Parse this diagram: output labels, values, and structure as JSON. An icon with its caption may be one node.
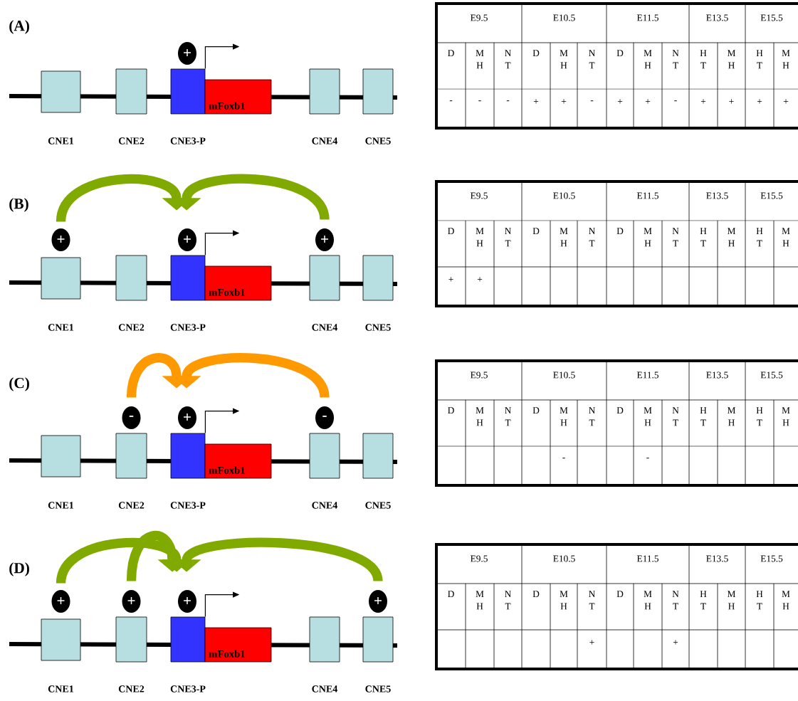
{
  "diagram": {
    "nodes": [
      {
        "text": [
          "CNE1"
        ]
      },
      {
        "text": [
          "CNE2"
        ]
      },
      {
        "text": [
          "CNE3-P"
        ],
        "beside": [
          "+"
        ]
      },
      {
        "text": [
          "mFoxb1"
        ]
      },
      {
        "text": [
          "CNE4"
        ]
      },
      {
        "text": [
          "CNE5"
        ]
      },
      {
        "text": [
          "CNE1"
        ],
        "beside": [
          "+"
        ]
      },
      {
        "text": [
          "CNE2"
        ]
      },
      {
        "text": [
          "CNE3-P"
        ],
        "beside": [
          "+"
        ]
      },
      {
        "text": [
          "mFoxb1"
        ]
      },
      {
        "text": [
          "CNE4"
        ],
        "beside": [
          "+"
        ]
      },
      {
        "text": [
          "CNE5"
        ]
      },
      {
        "text": [
          "CNE1"
        ]
      },
      {
        "text": [
          "CNE2"
        ],
        "beside": [
          "-"
        ]
      },
      {
        "text": [
          "CNE3-P"
        ],
        "beside": [
          "+"
        ]
      },
      {
        "text": [
          "mFoxb1"
        ]
      },
      {
        "text": [
          "CNE4"
        ],
        "beside": [
          "-"
        ]
      },
      {
        "text": [
          "CNE5"
        ]
      },
      {
        "text": [
          "CNE1"
        ],
        "beside": [
          "+"
        ]
      },
      {
        "text": [
          "CNE2"
        ],
        "beside": [
          "+"
        ]
      },
      {
        "text": [
          "CNE3-P"
        ],
        "beside": [
          "+"
        ]
      },
      {
        "text": [
          "mFoxb1"
        ]
      },
      {
        "text": [
          "CNE4"
        ]
      },
      {
        "text": [
          "CNE5"
        ],
        "beside": [
          "+"
        ]
      }
    ],
    "edges": [
      {
        "from": 6,
        "to": 8,
        "arrow": "to"
      },
      {
        "from": 10,
        "to": 8,
        "arrow": "to"
      },
      {
        "from": 13,
        "to": 14,
        "arrow": "to",
        "color": "#ff9900"
      },
      {
        "from": 16,
        "to": 14,
        "arrow": "to",
        "color": "#ff9900"
      },
      {
        "from": 18,
        "to": 20,
        "arrow": "to"
      },
      {
        "from": 19,
        "to": 20,
        "arrow": "to"
      },
      {
        "from": 23,
        "to": 20,
        "arrow": "to"
      },
      {
        "from": 2,
        "to": null,
        "arrow": "to",
        "color": "#000000"
      },
      {
        "from": 8,
        "to": null,
        "arrow": "to",
        "color": "#000000"
      },
      {
        "from": 14,
        "to": null,
        "arrow": "to",
        "color": "#000000"
      },
      {
        "from": 20,
        "to": null,
        "arrow": "to",
        "color": "#000000"
      }
    ],
    "labels": [
      "(A)",
      "E9.5",
      "E10.5",
      "E11.5",
      "E13.5",
      "E15.5",
      "D",
      "M H",
      "N T",
      "D",
      "M H",
      "N T",
      "D",
      "M H",
      "N T",
      "H T",
      "M H",
      "H T",
      "M H",
      "-",
      "-",
      "-",
      "+",
      "+",
      "-",
      "+",
      "+",
      "-",
      "+",
      "+",
      "+",
      "+",
      "(B)",
      "E9.5",
      "E10.5",
      "E11.5",
      "E13.5",
      "E15.5",
      "D",
      "M H",
      "N T",
      "D",
      "M H",
      "N T",
      "D",
      "M H",
      "N T",
      "H T",
      "M H",
      "H T",
      "M H",
      "+",
      "+",
      "(C)",
      "E9.5",
      "E10.5",
      "E11.5",
      "E13.5",
      "E15.5",
      "D",
      "M H",
      "N T",
      "D",
      "M H",
      "N T",
      "D",
      "M H",
      "N T",
      "H T",
      "M H",
      "H T",
      "M H",
      "-",
      "-",
      "(D)",
      "E9.5",
      "E10.5",
      "E11.5",
      "E13.5",
      "E15.5",
      "D",
      "M H",
      "N T",
      "D",
      "M H",
      "N T",
      "D",
      "M H",
      "N T",
      "H T",
      "M H",
      "H T",
      "M H",
      "+",
      "+"
    ]
  }
}
